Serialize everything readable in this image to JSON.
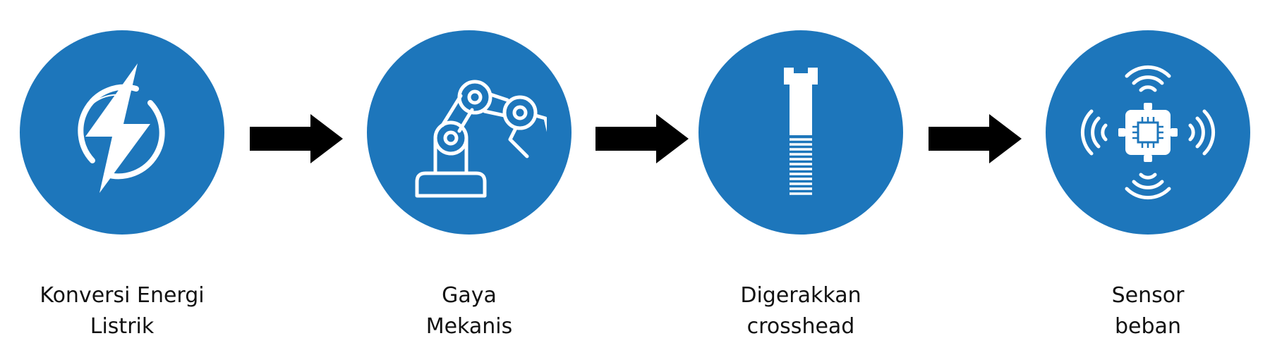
{
  "colors": {
    "circle_fill": "#1d76bb",
    "icon_stroke": "#ffffff",
    "arrow_fill": "#000000",
    "text": "#111111"
  },
  "steps": [
    {
      "icon": "energy-conversion-icon",
      "label_line1": "Konversi Energi",
      "label_line2": "Listrik"
    },
    {
      "icon": "robot-arm-icon",
      "label_line1": "Gaya",
      "label_line2": "Mekanis"
    },
    {
      "icon": "screw-bolt-icon",
      "label_line1": "Digerakkan",
      "label_line2": "crosshead"
    },
    {
      "icon": "sensor-chip-icon",
      "label_line1": "Sensor",
      "label_line2": "beban"
    }
  ]
}
